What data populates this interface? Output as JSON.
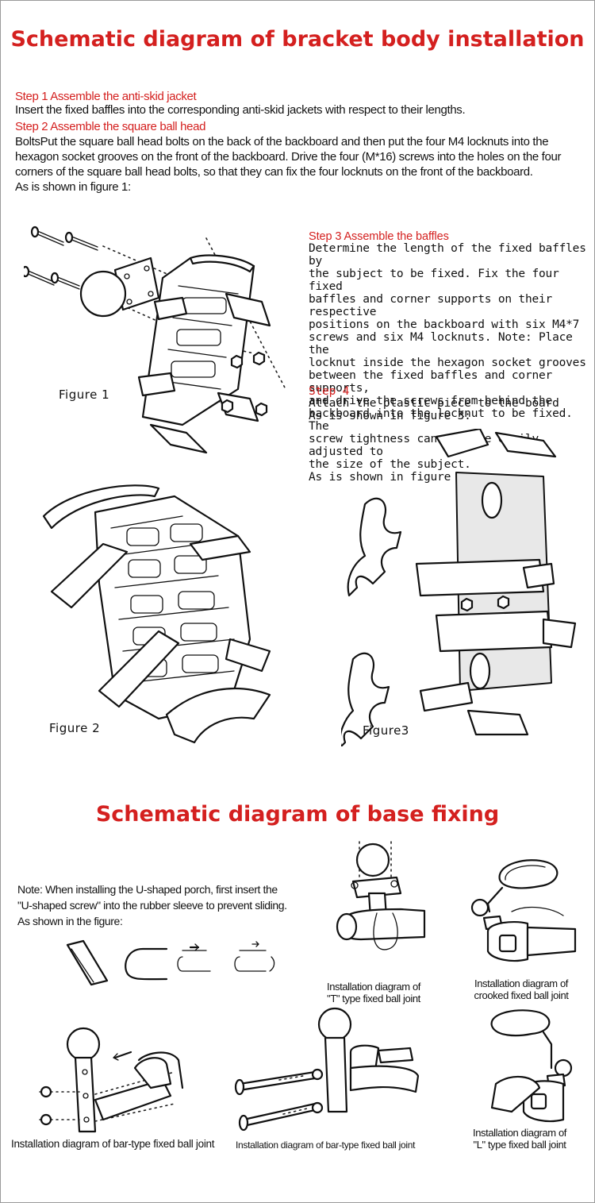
{
  "section1": {
    "title": "Schematic diagram of bracket body installation",
    "step1_heading": "Step 1 Assemble the anti-skid jacket",
    "step1_text": "Insert the fixed baffles into the corresponding anti-skid jackets with respect to their lengths.",
    "step2_heading": "Step 2 Assemble the square ball head",
    "step2_lines": [
      "BoltsPut the square ball head bolts on the back of the backboard and then put the four M4 locknuts into the",
      "hexagon socket grooves on the front of the backboard. Drive the four (M*16) screws into the holes on the four",
      "corners of the square ball head bolts, so that they can fix the four locknuts on the front of the backboard.",
      "As is shown in figure 1:"
    ],
    "step3_heading": "Step 3 Assemble the baffles",
    "step3_lines": [
      "Determine the length of the fixed baffles by",
      "the subject to be fixed. Fix the four fixed",
      "baffles and corner supports on their respective",
      "positions on the backboard with six M4*7",
      "screws and six M4 locknuts. Note: Place the",
      "locknut inside the hexagon socket grooves",
      "between the fixed baffles and corner supports,",
      "and drive the screws from behind the",
      "backboard into the locknut to be fixed. The",
      "screw tightness can thus be easily adjusted to",
      "the size of the subject.",
      "As is shown in figure 2:"
    ],
    "step4_heading": "Step 4",
    "step4_lines": [
      "Attach the plastic piece to the board",
      "As is shown in figure 3:"
    ],
    "figure1_label": "Figure 1",
    "figure2_label": "Figure 2",
    "figure3_label": "Figure3"
  },
  "section2": {
    "title": "Schematic diagram of base fixing",
    "note_lines": [
      "Note: When installing the U-shaped porch, first insert the",
      "\"U-shaped screw\" into the rubber sleeve to prevent sliding.",
      "As shown in the figure:"
    ],
    "caption_t_type": [
      "Installation diagram of",
      "\"T\" type fixed ball joint"
    ],
    "caption_crooked": [
      "Installation diagram of",
      "crooked fixed ball joint"
    ],
    "caption_bar_type_1": "Installation diagram of bar-type fixed ball joint",
    "caption_bar_type_2": "Installation diagram of bar-type fixed ball joint",
    "caption_l_type": [
      "Installation diagram of",
      "\"L\" type fixed ball joint"
    ]
  },
  "colors": {
    "accent_red": "#d4201f",
    "text": "#111111",
    "frame": "#9a9a9a"
  },
  "icons": [
    "screw-icon",
    "locknut-icon",
    "ball-head-icon",
    "mirror-icon",
    "u-bolt-icon",
    "rubber-sleeve-icon"
  ]
}
